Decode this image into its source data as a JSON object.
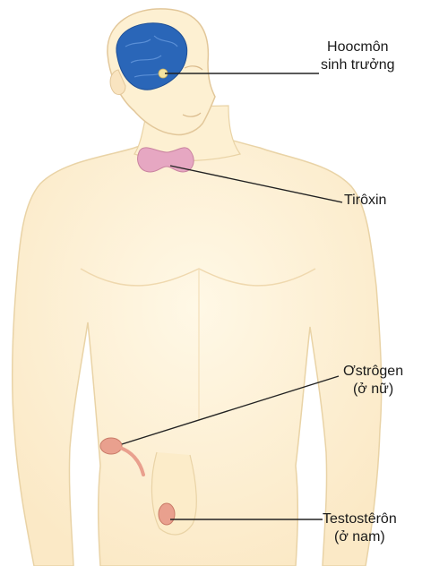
{
  "labels": {
    "growth_hormone": {
      "line1": "Hoocmôn",
      "line2": "sinh trưởng"
    },
    "thyroxine": {
      "line1": "Tirôxin"
    },
    "estrogen": {
      "line1": "Ơstrôgen",
      "line2": "(ở nữ)"
    },
    "testosterone": {
      "line1": "Testostêrôn",
      "line2": "(ở nam)"
    }
  },
  "colors": {
    "skin": "#fdf0d2",
    "skin_outline": "#e9d3a6",
    "brain": "#2a66b8",
    "thyroid": "#e6a7c2",
    "gonad": "#e9a08e",
    "leader_line": "#222222"
  }
}
